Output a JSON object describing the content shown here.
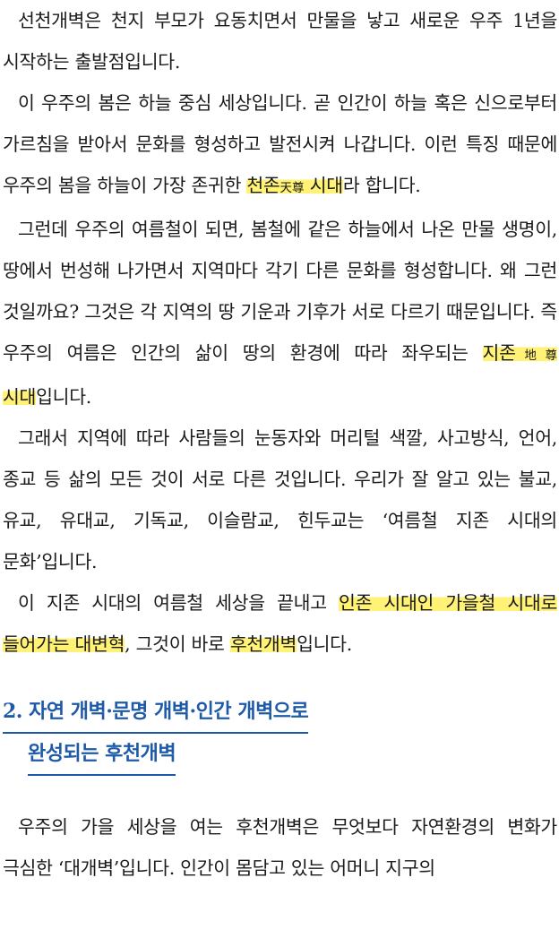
{
  "paragraphs": {
    "p1": {
      "text": "선천개벽은 천지 부모가 요동치면서 만물을 낳고 새로운 우주 1년을 시작하는 출발점입니다."
    },
    "p2": {
      "before": "이 우주의 봄은 하늘 중심 세상입니다. 곧 인간이 하늘 혹은 신으로부터 가르침을 받아서 문화를 형성하고 발전시켜 나갑니다. 이런 특징 때문에 우주의 봄을 하늘이 가장 존귀한 ",
      "hl_a": "천존",
      "hanja": "天尊",
      "hl_b": " 시대",
      "after": "라 합니다."
    },
    "p3": {
      "before": "그런데 우주의 여름철이 되면, 봄철에 같은 하늘에서 나온 만물 생명이, 땅에서 번성해 나가면서 지역마다 각기 다른 문화를 형성합니다. 왜 그런 것일까요? 그것은 각 지역의 땅 기운과 기후가 서로 다르기 때문입니다. 즉 우주의 여름은 인간의 삶이 땅의 환경에 따라 좌우되는 ",
      "hl_a": "지존",
      "hanja": "地尊",
      "hl_b": " 시대",
      "after": "입니다."
    },
    "p4": {
      "text": "그래서 지역에 따라 사람들의 눈동자와 머리털 색깔, 사고방식, 언어, 종교 등 삶의 모든 것이 서로 다른 것입니다. 우리가 잘 알고 있는 불교, 유교, 유대교, 기독교, 이슬람교, 힌두교는 ‘여름철 지존 시대의 문화’입니다."
    },
    "p5": {
      "before": "이 지존 시대의 여름철 세상을 끝내고 ",
      "hl1": "인존 시대인 가을철 시대로 들어가는 대변혁",
      "middle": ", 그것이 바로 ",
      "hl2": "후천개벽",
      "after": "입니다."
    },
    "p6": {
      "text": "우주의 가을 세상을 여는 후천개벽은 무엇보다 자연환경의 변화가 극심한 ‘대개벽’입니다. 인간이 몸담고 있는 어머니 지구의"
    }
  },
  "heading": {
    "line1": "2. 자연 개벽·문명 개벽·인간 개벽으로",
    "line2": "완성되는 후천개벽"
  },
  "colors": {
    "highlight": "#fff275",
    "heading": "#1e5aa8",
    "text": "#1a1a1a"
  }
}
